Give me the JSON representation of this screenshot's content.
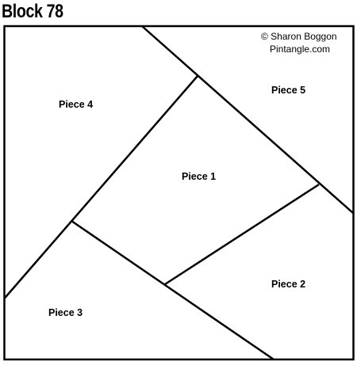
{
  "title": "Block 78",
  "credit": {
    "line1": "© Sharon Boggon",
    "line2": "Pintangle.com"
  },
  "pieces": [
    {
      "id": "piece-1",
      "label": "Piece 1"
    },
    {
      "id": "piece-2",
      "label": "Piece 2"
    },
    {
      "id": "piece-3",
      "label": "Piece 3"
    },
    {
      "id": "piece-4",
      "label": "Piece 4"
    },
    {
      "id": "piece-5",
      "label": "Piece 5"
    }
  ],
  "colors": {
    "line": "#000000",
    "background": "#ffffff"
  }
}
